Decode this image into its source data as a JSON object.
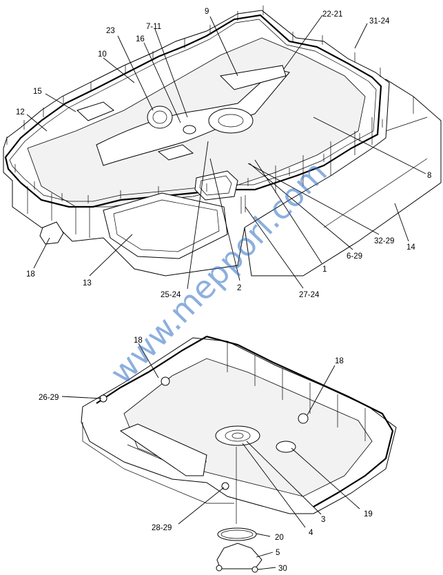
{
  "watermark": "www.mepporl.com",
  "callouts_top": [
    {
      "id": "c9",
      "text": "9"
    },
    {
      "id": "c22-21",
      "text": "22-21"
    },
    {
      "id": "c31-24",
      "text": "31-24"
    },
    {
      "id": "c23",
      "text": "23"
    },
    {
      "id": "c7-11",
      "text": "7-11"
    },
    {
      "id": "c16",
      "text": "16"
    },
    {
      "id": "c10",
      "text": "10"
    },
    {
      "id": "c15",
      "text": "15"
    },
    {
      "id": "c12",
      "text": "12"
    },
    {
      "id": "c8",
      "text": "8"
    },
    {
      "id": "c32-29",
      "text": "32-29"
    },
    {
      "id": "c14",
      "text": "14"
    },
    {
      "id": "c6-29",
      "text": "6-29"
    },
    {
      "id": "c1",
      "text": "1"
    },
    {
      "id": "c18a",
      "text": "18"
    },
    {
      "id": "c13",
      "text": "13"
    },
    {
      "id": "c25-24",
      "text": "25-24"
    },
    {
      "id": "c2",
      "text": "2"
    },
    {
      "id": "c27-24",
      "text": "27-24"
    }
  ],
  "callouts_bottom": [
    {
      "id": "c18b",
      "text": "18"
    },
    {
      "id": "c18c",
      "text": "18"
    },
    {
      "id": "c26-29",
      "text": "26-29"
    },
    {
      "id": "c19",
      "text": "19"
    },
    {
      "id": "c3",
      "text": "3"
    },
    {
      "id": "c28-29",
      "text": "28-29"
    },
    {
      "id": "c20",
      "text": "20"
    },
    {
      "id": "c4",
      "text": "4"
    },
    {
      "id": "c5",
      "text": "5"
    },
    {
      "id": "c30",
      "text": "30"
    }
  ]
}
